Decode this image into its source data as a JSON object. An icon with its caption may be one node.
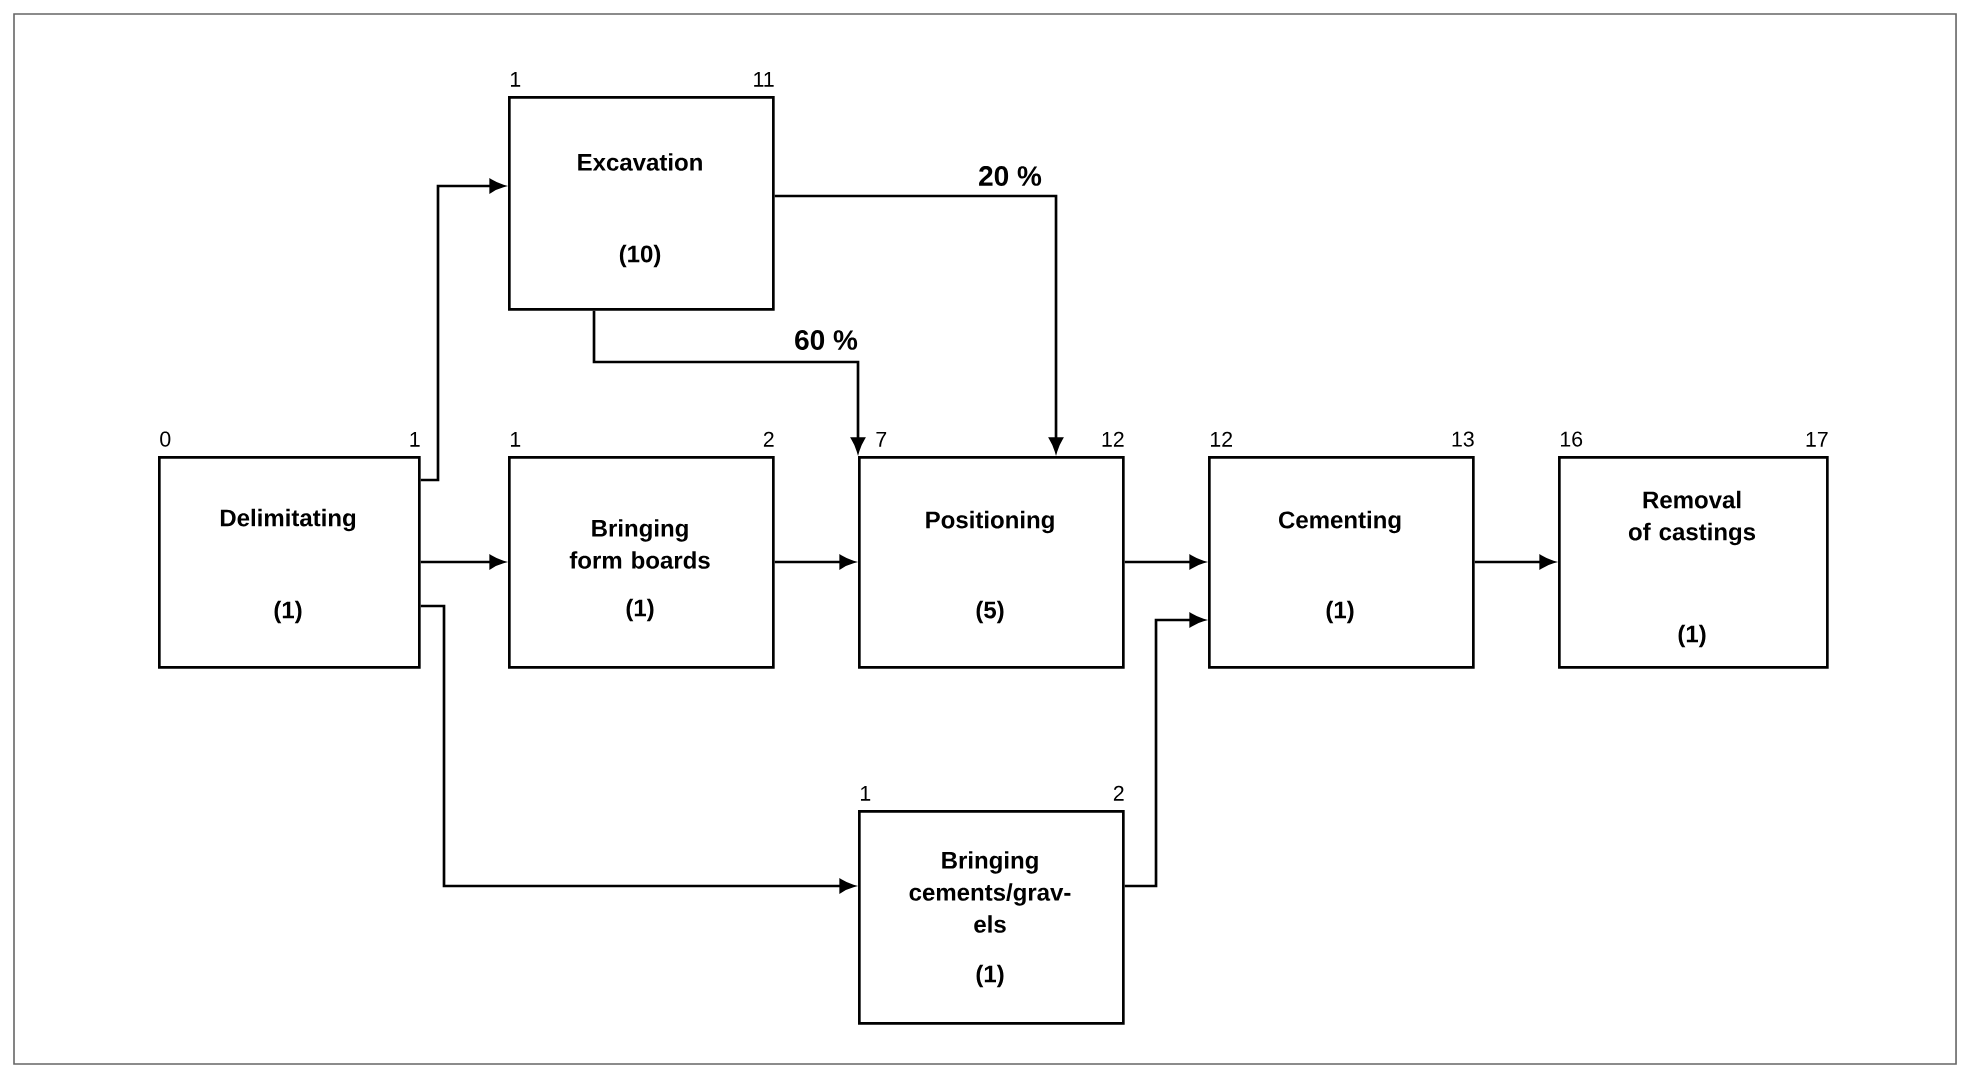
{
  "diagram": {
    "nodes": [
      {
        "text": [
          "Delimitating",
          "(1)"
        ],
        "beside": [
          "0",
          "1"
        ]
      },
      {
        "text": [
          "Excavation",
          "(10)"
        ],
        "beside": [
          "1",
          "11"
        ]
      },
      {
        "text": [
          "Bringing form boards",
          "(1)"
        ],
        "beside": [
          "1",
          "2"
        ]
      },
      {
        "text": [
          "Positioning",
          "(5)"
        ],
        "beside": [
          "7",
          "12"
        ]
      },
      {
        "text": [
          "Cementing",
          "(1)"
        ],
        "beside": [
          "12",
          "13"
        ]
      },
      {
        "text": [
          "Removal of castings",
          "(1)"
        ],
        "beside": [
          "16",
          "17"
        ]
      },
      {
        "text": [
          "Bringing cements/grav-els",
          "(1)"
        ],
        "beside": [
          "1",
          "2"
        ]
      }
    ],
    "edges": [
      {
        "from": 0,
        "to": 1,
        "arrow": "to"
      },
      {
        "from": 0,
        "to": 2,
        "arrow": "to"
      },
      {
        "from": 0,
        "to": 6,
        "arrow": "to"
      },
      {
        "from": 1,
        "to": 3,
        "arrow": "to",
        "label": "60 %"
      },
      {
        "from": 1,
        "to": 3,
        "arrow": "to",
        "label": "20 %"
      },
      {
        "from": 2,
        "to": 3,
        "arrow": "to"
      },
      {
        "from": 3,
        "to": 4,
        "arrow": "to"
      },
      {
        "from": 6,
        "to": 4,
        "arrow": "to"
      },
      {
        "from": 4,
        "to": 5,
        "arrow": "to"
      }
    ]
  }
}
